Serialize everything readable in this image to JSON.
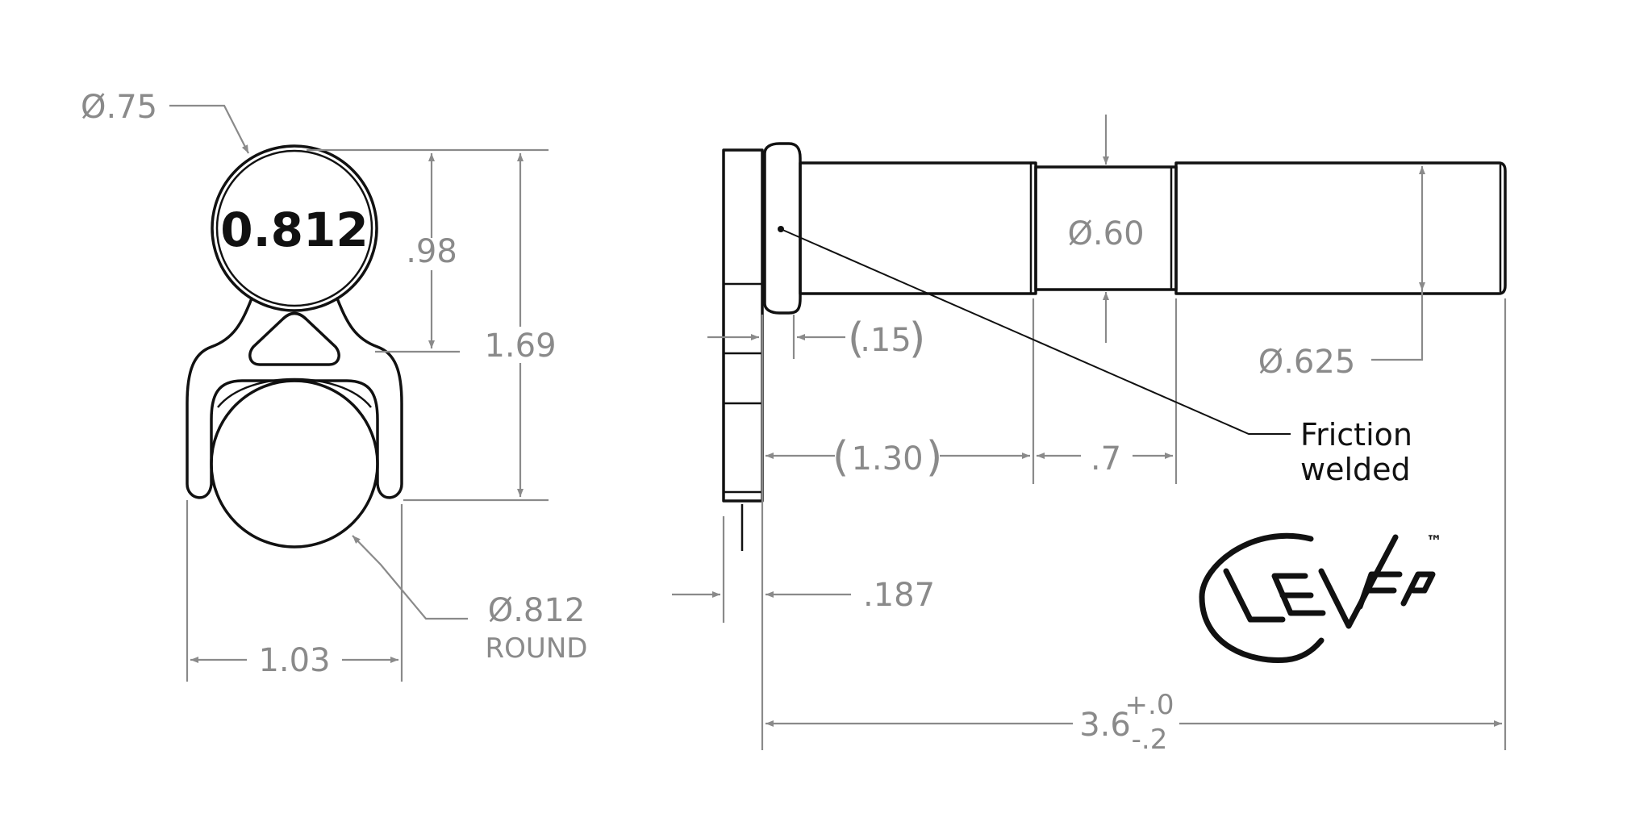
{
  "drawing": {
    "engraving": "0.812",
    "dimensions": {
      "ring_dia": "Ø.75",
      "height_98": ".98",
      "height_169": "1.69",
      "ball_dia": "Ø.812",
      "ball_shape": "ROUND",
      "width_103": "1.03",
      "shaft_dia_60": "Ø.60",
      "shaft_dia_625": "Ø.625",
      "collar_15": ".15",
      "length_130": "1.30",
      "length_7": ".7",
      "plate_187": ".187",
      "total_length": "3.6",
      "tol_plus": "+.0",
      "tol_minus": "-.2"
    },
    "note": {
      "line1": "Friction",
      "line2": "welded"
    },
    "logo": {
      "name": "clever-logo",
      "trademark": "™"
    },
    "colors": {
      "part": "#111111",
      "dimension": "#8a8a8a",
      "background": "#ffffff"
    }
  }
}
